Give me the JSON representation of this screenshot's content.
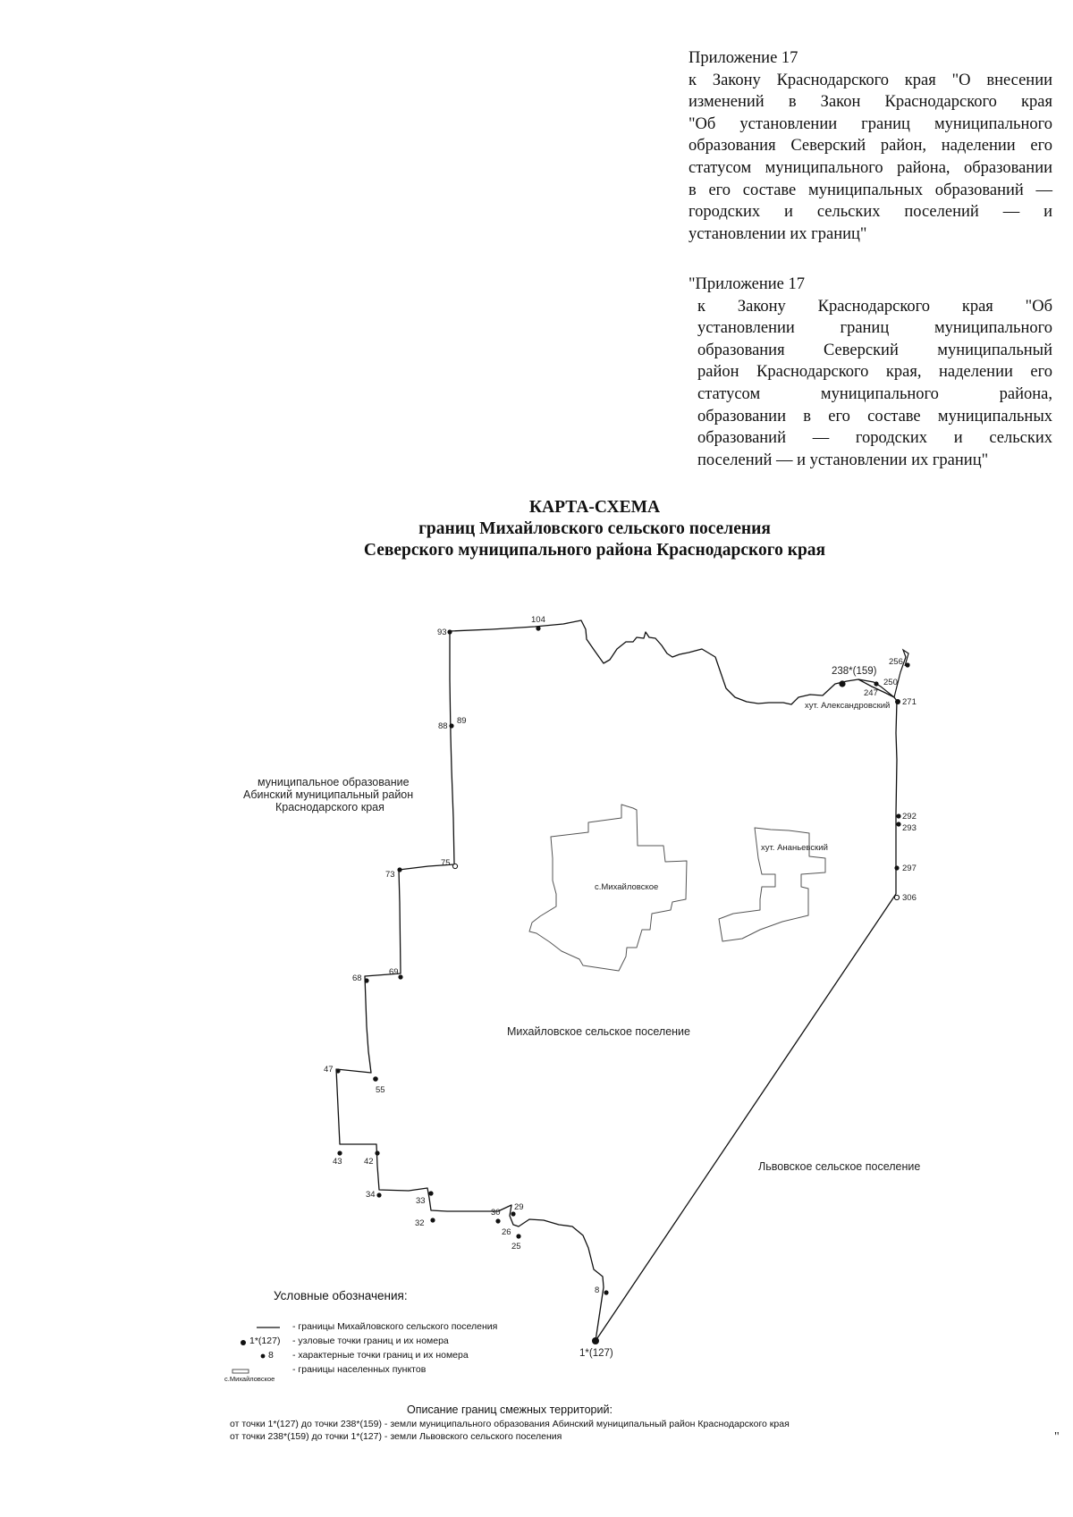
{
  "header_block_1": {
    "lines": [
      "Приложение 17",
      "к Закону Краснодарского края \"О внесении",
      "изменений в Закон Краснодарского края",
      "\"Об установлении границ муниципального",
      "образования Северский район, наделении его",
      "статусом муниципального района, образовании",
      "в его составе муниципальных образований —",
      "городских и сельских поселений — и",
      "установлении их границ\""
    ]
  },
  "header_block_2": {
    "lines": [
      "\"Приложение 17",
      "к Закону Краснодарского края \"Об",
      "установлении границ муниципального",
      "образования Северский муниципальный",
      "район Краснодарского края, наделении его",
      "статусом муниципального района,",
      "образовании в его составе муниципальных",
      "образований — городских и сельских",
      "поселений — и установлении их границ\""
    ]
  },
  "title": {
    "line1": "КАРТА-СХЕМА",
    "line2": "границ Михайловского сельского поселения",
    "line3": "Северского муниципального района Краснодарского края"
  },
  "map": {
    "region_labels": {
      "abinsky_1": "муниципальное образование",
      "abinsky_2": "Абинский муниципальный район",
      "abinsky_3": "Краснодарского края",
      "mikhailovskoe_settlement": "Михайловское сельское поселение",
      "lvovskoe_settlement": "Львовское сельское поселение",
      "village_mikhailovskoe": "с.Михайловское",
      "khutor_ananyevsky": "хут. Ананьевский",
      "khutor_alexandrovsky": "хут. Александровский"
    },
    "nodal_points": [
      {
        "id": "p238",
        "label": "238*(159)"
      },
      {
        "id": "p1",
        "label": "1*(127)"
      }
    ],
    "boundary_points": [
      {
        "id": "p104",
        "label": "104"
      },
      {
        "id": "p93",
        "label": "93"
      },
      {
        "id": "p88",
        "label": "88"
      },
      {
        "id": "p89",
        "label": "89"
      },
      {
        "id": "p75",
        "label": "75"
      },
      {
        "id": "p73",
        "label": "73"
      },
      {
        "id": "p69",
        "label": "69"
      },
      {
        "id": "p68",
        "label": "68"
      },
      {
        "id": "p55",
        "label": "55"
      },
      {
        "id": "p47",
        "label": "47"
      },
      {
        "id": "p43",
        "label": "43"
      },
      {
        "id": "p42",
        "label": "42"
      },
      {
        "id": "p34",
        "label": "34"
      },
      {
        "id": "p33",
        "label": "33"
      },
      {
        "id": "p32",
        "label": "32"
      },
      {
        "id": "p30",
        "label": "30"
      },
      {
        "id": "p29",
        "label": "29"
      },
      {
        "id": "p26",
        "label": "26"
      },
      {
        "id": "p25",
        "label": "25"
      },
      {
        "id": "p8",
        "label": "8"
      },
      {
        "id": "p306",
        "label": "306"
      },
      {
        "id": "p297",
        "label": "297"
      },
      {
        "id": "p293",
        "label": "293"
      },
      {
        "id": "p292",
        "label": "292"
      },
      {
        "id": "p271",
        "label": "271"
      },
      {
        "id": "p256",
        "label": "256"
      },
      {
        "id": "p250",
        "label": "250"
      },
      {
        "id": "p247",
        "label": "247"
      }
    ]
  },
  "legend": {
    "title": "Условные обозначения:",
    "items": [
      {
        "symbol": "",
        "text": "- границы Михайловского сельского поселения"
      },
      {
        "symbol": "1*(127)",
        "text": "- узловые точки границ и их номера"
      },
      {
        "symbol": "8",
        "text": "- характерные точки границ и их номера"
      },
      {
        "symbol": "с.Михайловское",
        "text": "- границы населенных пунктов"
      }
    ]
  },
  "description": {
    "title": "Описание границ смежных территорий:",
    "lines": [
      "от точки 1*(127) до точки 238*(159) - земли муниципального образования Абинский муниципальный район Краснодарского края",
      "от точки 238*(159) до точки 1*(127) - земли Львовского сельского поселения"
    ]
  },
  "closing_mark": "\""
}
